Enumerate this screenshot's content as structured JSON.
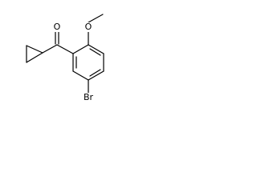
{
  "atoms": {
    "carbonyl_oxygen": "O",
    "methoxy_oxygen": "O",
    "bromine": "Br"
  }
}
